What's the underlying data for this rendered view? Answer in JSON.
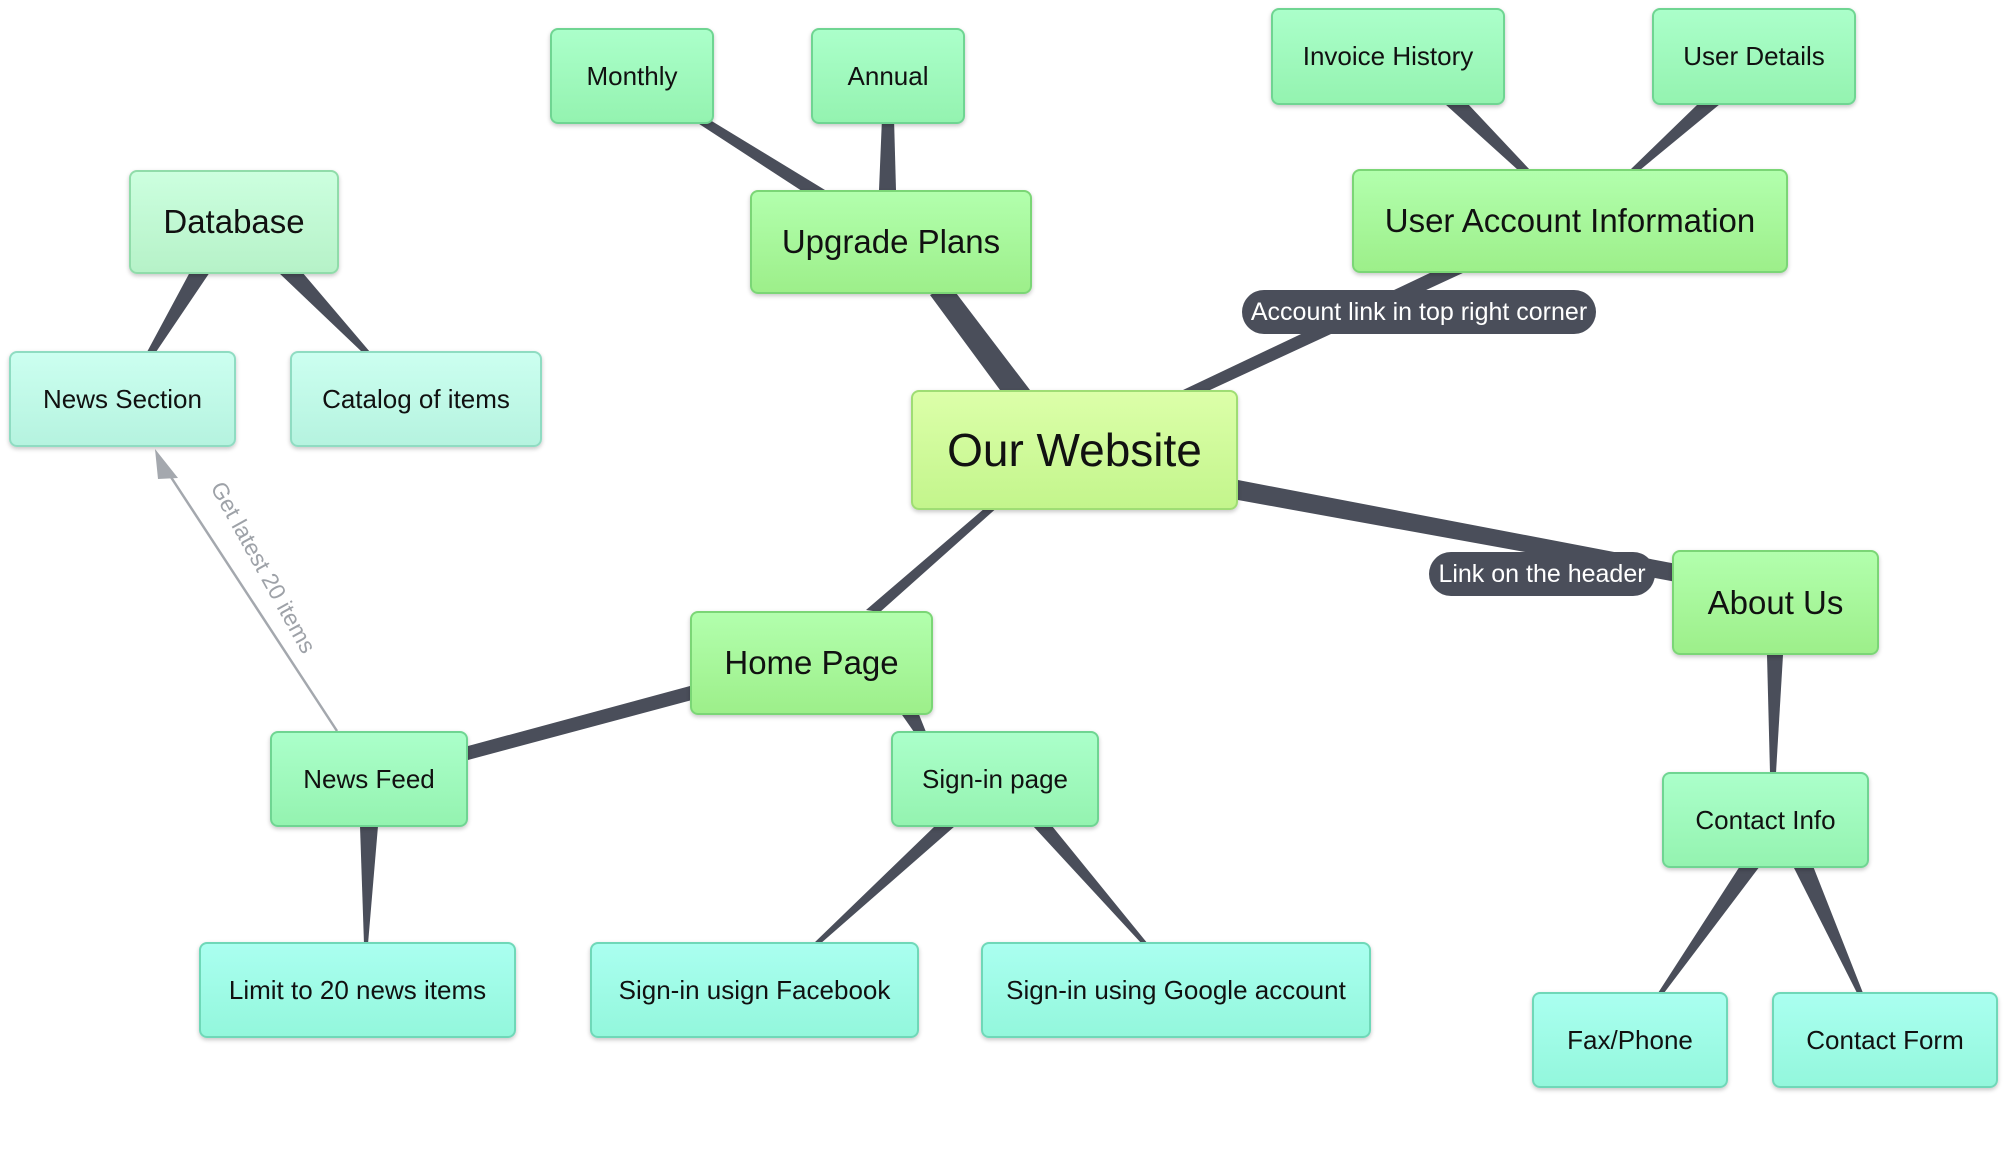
{
  "nodes": {
    "center": "Our Website",
    "upgrade_plans": "Upgrade Plans",
    "monthly": "Monthly",
    "annual": "Annual",
    "user_account": "User Account Information",
    "invoice_history": "Invoice History",
    "user_details": "User Details",
    "home_page": "Home Page",
    "news_feed": "News Feed",
    "limit_news": "Limit to 20 news items",
    "signin_page": "Sign-in page",
    "signin_facebook": "Sign-in usign Facebook",
    "signin_google": "Sign-in using Google account",
    "about_us": "About Us",
    "contact_info": "Contact Info",
    "fax_phone": "Fax/Phone",
    "contact_form": "Contact Form",
    "database": "Database",
    "news_section": "News Section",
    "catalog": "Catalog of items"
  },
  "link_labels": {
    "account_link": "Account link in top right corner",
    "header_link": "Link on the header",
    "latest_items": "Get latest 20 items"
  },
  "colors": {
    "link": "#4a4e5a",
    "arrow": "#a4a8ae"
  }
}
